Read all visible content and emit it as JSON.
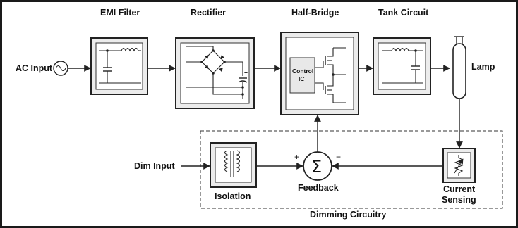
{
  "blocks": {
    "ac_input": "AC Input",
    "emi_filter": "EMI Filter",
    "rectifier": "Rectifier",
    "half_bridge": "Half-Bridge",
    "control_ic_line1": "Control",
    "control_ic_line2": "IC",
    "tank_circuit": "Tank Circuit",
    "lamp": "Lamp",
    "dim_input": "Dim Input",
    "isolation": "Isolation",
    "feedback": "Feedback",
    "current_sensing_line1": "Current",
    "current_sensing_line2": "Sensing",
    "dimming_circuitry": "Dimming Circuitry"
  },
  "symbols": {
    "plus": "+",
    "minus": "−",
    "sigma": "Σ",
    "cap_plus": "+"
  },
  "colors": {
    "border": "#1a1a1a",
    "block_fill": "#ececec",
    "stroke": "#222222"
  }
}
